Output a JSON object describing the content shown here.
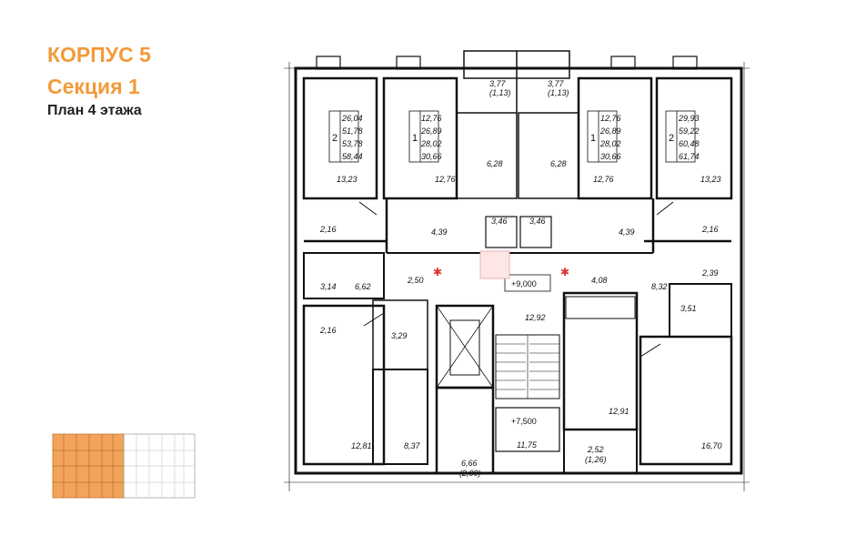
{
  "header": {
    "building": "КОРПУС 5",
    "section": "Секция 1",
    "floor_plan": "План 4 этажа"
  },
  "apartments": [
    {
      "rooms": "2",
      "areas": [
        "26,04",
        "51,78",
        "53,78",
        "58,44"
      ]
    },
    {
      "rooms": "1",
      "areas": [
        "12,76",
        "26,89",
        "28,02",
        "30,66"
      ]
    },
    {
      "rooms": "1",
      "areas": [
        "12,76",
        "26,89",
        "28,02",
        "30,66"
      ]
    },
    {
      "rooms": "2",
      "areas": [
        "29,93",
        "59,22",
        "60,48",
        "61,74"
      ]
    }
  ],
  "room_areas": [
    "3,77",
    "(1,13)",
    "3,77",
    "(1,13)",
    "6,28",
    "6,28",
    "13,23",
    "12,76",
    "12,76",
    "13,23",
    "2,16",
    "4,39",
    "3,46",
    "3,46",
    "4,39",
    "2,16",
    "2,50",
    "4,08",
    "2,39",
    "3,14",
    "6,62",
    "8,32",
    "3,51",
    "2,16",
    "3,29",
    "12,92",
    "12,91",
    "12,81",
    "8,37",
    "11,75",
    "16,70",
    "2,52",
    "(1,26)",
    "6,66",
    "(2,00)"
  ],
  "elevations": [
    "+9,000",
    "+7,500"
  ],
  "colors": {
    "accent": "#f39a3a",
    "wall": "#111111",
    "highlight": "#f3a45a"
  }
}
